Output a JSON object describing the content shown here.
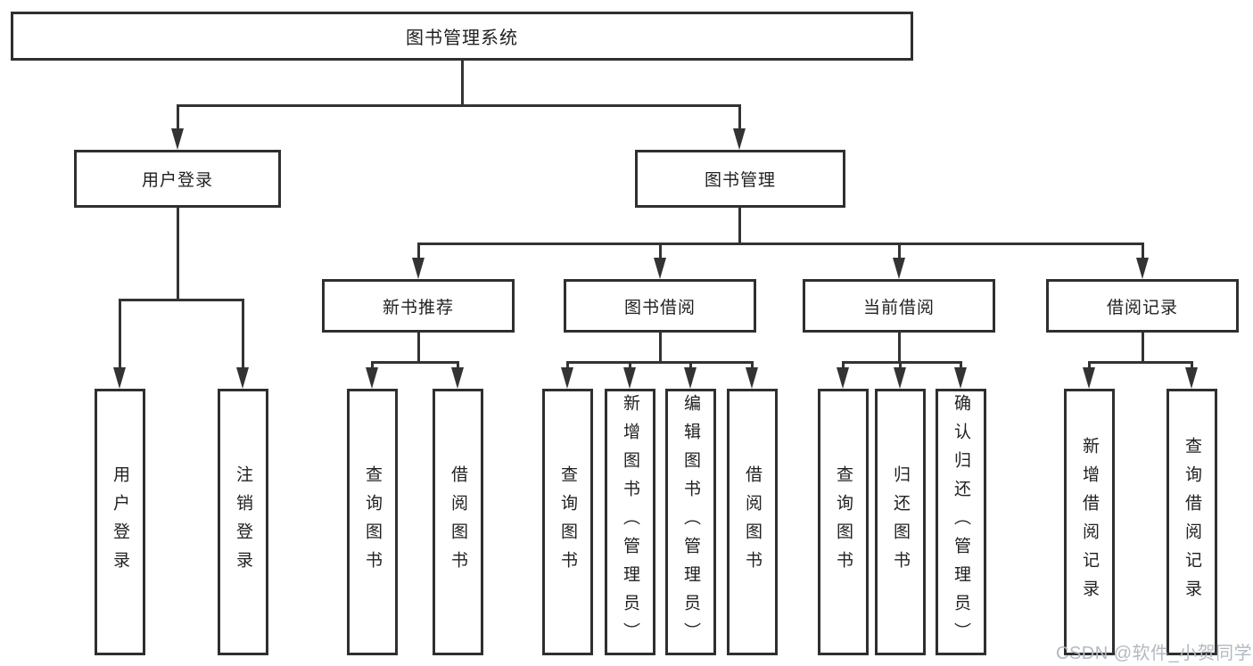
{
  "diagram_title": "图书管理系统",
  "tree": {
    "label": "图书管理系统",
    "children": [
      {
        "label": "用户登录",
        "children": [
          {
            "label": "用户登录"
          },
          {
            "label": "注销登录"
          }
        ]
      },
      {
        "label": "图书管理",
        "children": [
          {
            "label": "新书推荐",
            "children": [
              {
                "label": "查询图书"
              },
              {
                "label": "借阅图书"
              }
            ]
          },
          {
            "label": "图书借阅",
            "children": [
              {
                "label": "查询图书"
              },
              {
                "label": "新增图书（管理员）"
              },
              {
                "label": "编辑图书（管理员）"
              },
              {
                "label": "借阅图书"
              }
            ]
          },
          {
            "label": "当前借阅",
            "children": [
              {
                "label": "查询图书"
              },
              {
                "label": "归还图书"
              },
              {
                "label": "确认归还（管理员）"
              }
            ]
          },
          {
            "label": "借阅记录",
            "children": [
              {
                "label": "新增借阅记录"
              },
              {
                "label": "查询借阅记录"
              }
            ]
          }
        ]
      }
    ]
  },
  "watermark": {
    "text": "CSDN @软件_小贺同学"
  },
  "colors": {
    "line": "#333333",
    "border": "#2f2f2f",
    "text": "#212121",
    "watermark": "#b3b9c2",
    "background": "#ffffff"
  }
}
